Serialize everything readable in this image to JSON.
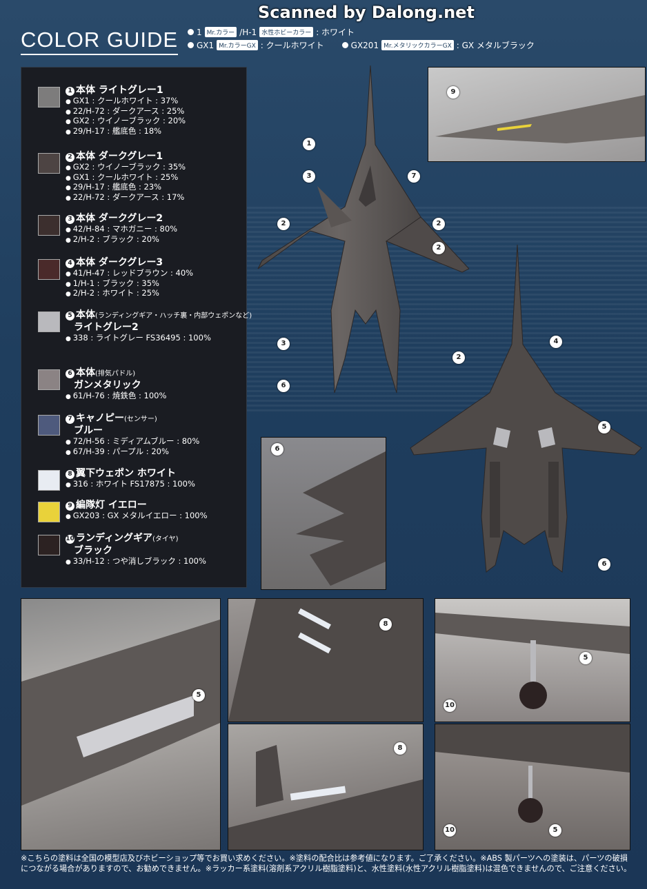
{
  "watermark": "Scanned by Dalong.net",
  "header": {
    "title": "COLOR GUIDE",
    "legend": [
      {
        "code": "1",
        "tag": "Mr.カラー",
        "sep": "/H-1",
        "tag2": "水性ホビーカラー",
        "text": ": ホワイト"
      },
      {
        "code": "GX1",
        "tag": "Mr.カラーGX",
        "text": ": クールホワイト"
      },
      {
        "code": "GX201",
        "tag": "Mr.メタリックカラーGX",
        "text": ": GX メタルブラック"
      }
    ]
  },
  "colors": [
    {
      "num": "1",
      "title": "本体 ライトグレー1",
      "swatch": "#7d7c7c",
      "recipe": [
        "GX1 : クールホワイト : 37%",
        "22/H-72 : ダークアース : 25%",
        "GX2 : ウイノーブラック : 20%",
        "29/H-17 : 艦底色 : 18%"
      ]
    },
    {
      "num": "2",
      "title": "本体 ダークグレー1",
      "swatch": "#4d4443",
      "recipe": [
        "GX2 : ウイノーブラック : 35%",
        "GX1 : クールホワイト : 25%",
        "29/H-17 : 艦底色 : 23%",
        "22/H-72 : ダークアース : 17%"
      ]
    },
    {
      "num": "3",
      "title": "本体 ダークグレー2",
      "swatch": "#3c2f2e",
      "recipe": [
        "42/H-84 : マホガニー : 80%",
        "2/H-2 : ブラック : 20%"
      ]
    },
    {
      "num": "4",
      "title": "本体 ダークグレー3",
      "swatch": "#4a2a2a",
      "recipe": [
        "41/H-47 : レッドブラウン : 40%",
        "1/H-1 : ブラック : 35%",
        "2/H-2 : ホワイト : 25%"
      ]
    },
    {
      "num": "5",
      "title": "本体",
      "subnote": "(ランディングギア・ハッチ裏・内部ウェポンなど)",
      "title2": "ライトグレー2",
      "swatch": "#b9b9bd",
      "recipe": [
        "338 : ライトグレー FS36495 : 100%"
      ]
    },
    {
      "num": "6",
      "title": "本体",
      "subnote": "(排気パドル)",
      "title2": "ガンメタリック",
      "swatch": "#8b8384",
      "recipe": [
        "61/H-76 : 焼鉄色 : 100%"
      ]
    },
    {
      "num": "7",
      "title": "キャノピー",
      "subnote": "(センサー)",
      "title2": "ブルー",
      "swatch": "#4e5a7d",
      "recipe": [
        "72/H-56 : ミディアムブルー : 80%",
        "67/H-39 : パープル : 20%"
      ]
    },
    {
      "num": "8",
      "title": "翼下ウェポン ホワイト",
      "swatch": "#e8ecf2",
      "recipe": [
        "316 : ホワイト FS17875 : 100%"
      ]
    },
    {
      "num": "9",
      "title": "編隊灯 イエロー",
      "swatch": "#e9d23a",
      "recipe": [
        "GX203 : GX メタルイエロー : 100%"
      ]
    },
    {
      "num": "10",
      "title": "ランディングギア",
      "subnote": "(タイヤ)",
      "title2": "ブラック",
      "swatch": "#2c2222",
      "recipe": [
        "33/H-12 : つや消しブラック : 100%"
      ]
    }
  ],
  "callouts": {
    "c9": "9",
    "c1": "1",
    "c7": "7",
    "c3": "3",
    "c2a": "2",
    "c2b": "2",
    "c2c": "2",
    "c2d": "2",
    "c3b": "3",
    "c6a": "6",
    "c4": "4",
    "c5a": "5",
    "c6b": "6",
    "c6c": "6",
    "p5a": "5",
    "p8a": "8",
    "p5b": "5",
    "p10a": "10",
    "p8b": "8",
    "p10b": "10",
    "p5c": "5"
  },
  "footer": "※こちらの塗料は全国の模型店及びホビーショップ等でお買い求めください。※塗料の配合比は参考値になります。ご了承ください。※ABS 製パーツへの塗装は、パーツの破損につながる場合がありますので、お勧めできません。※ラッカー系塗料(溶剤系アクリル樹脂塗料)と、水性塗料(水性アクリル樹脂塗料)は混色できませんので、ご注意ください。"
}
